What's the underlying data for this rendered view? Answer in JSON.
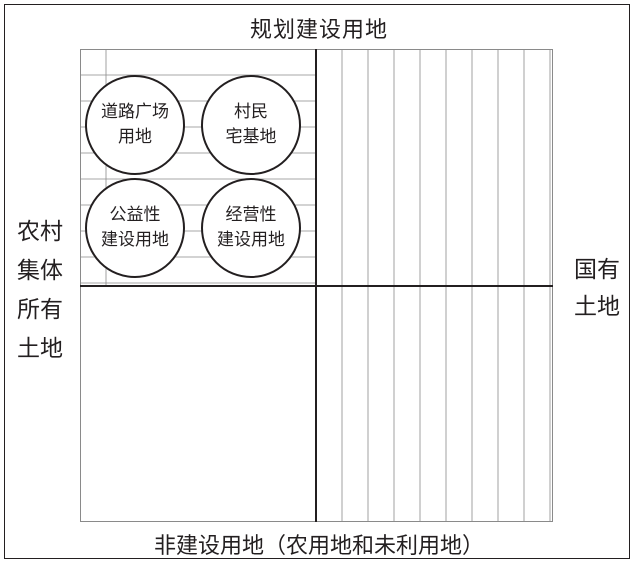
{
  "axes": {
    "top": "规划建设用地",
    "bottom": "非建设用地（农用地和未利用地）",
    "left": [
      "农村",
      "集体",
      "所有",
      "土地"
    ],
    "right": [
      "国有",
      "土地"
    ]
  },
  "circles": [
    {
      "lines": [
        "道路广场",
        "用地"
      ]
    },
    {
      "lines": [
        "村民",
        "宅基地"
      ]
    },
    {
      "lines": [
        "公益性",
        "建设用地"
      ]
    },
    {
      "lines": [
        "经营性",
        "建设用地"
      ]
    }
  ],
  "colors": {
    "line": "#231f20",
    "grid": "#8a8a8a",
    "background": "#ffffff"
  }
}
